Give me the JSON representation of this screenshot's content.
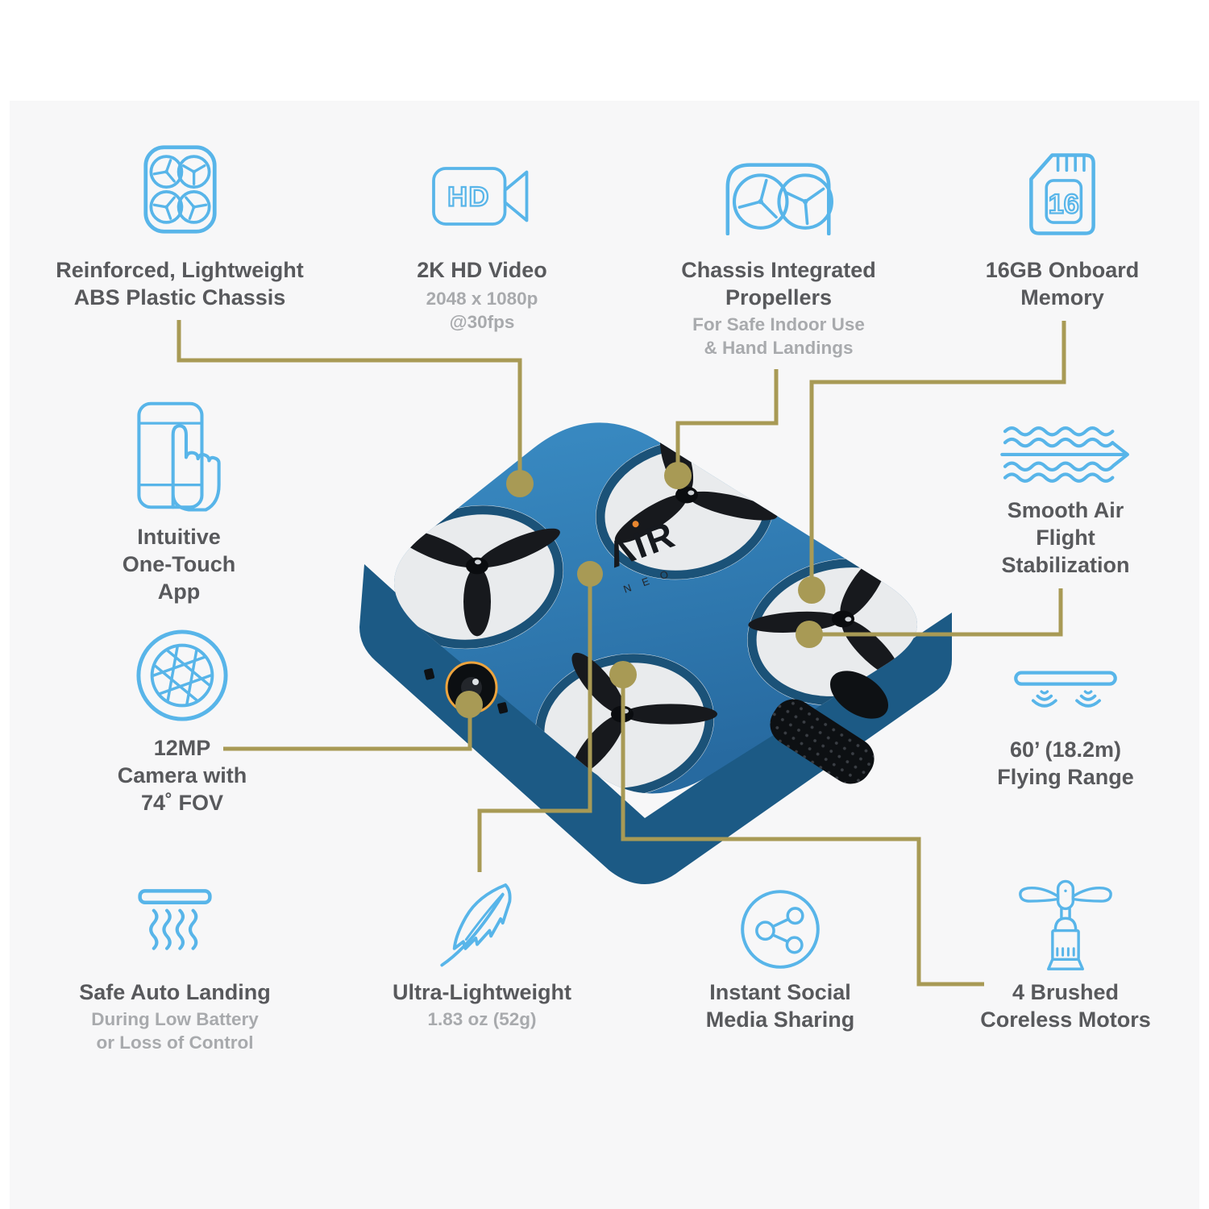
{
  "theme": {
    "background": "#ffffff",
    "panel": "#f7f7f8",
    "icon_blue": "#58b5e9",
    "title_color": "#58595c",
    "subtitle_color": "#a8aaad",
    "connector_gold": "#a89a55",
    "drone_blue": "#2e79b0",
    "camera_ring_orange": "#eda43e"
  },
  "drone": {
    "logo_primary": "ΛIR",
    "logo_secondary": "NEO"
  },
  "icon_labels": {
    "hd": "HD",
    "sd": "16"
  },
  "features": [
    {
      "id": "chassis",
      "icon": "chassis-icon",
      "title": "Reinforced, Lightweight\nABS Plastic Chassis",
      "subtitle": ""
    },
    {
      "id": "video",
      "icon": "hd-video-icon",
      "title": "2K HD Video",
      "subtitle": "2048 x 1080p\n@30fps"
    },
    {
      "id": "propellers",
      "icon": "integrated-propellers-icon",
      "title": "Chassis Integrated\nPropellers",
      "subtitle": "For Safe Indoor Use\n& Hand Landings"
    },
    {
      "id": "memory",
      "icon": "sd-card-icon",
      "title": "16GB Onboard\nMemory",
      "subtitle": ""
    },
    {
      "id": "app",
      "icon": "one-touch-app-icon",
      "title": "Intuitive\nOne-Touch\nApp",
      "subtitle": ""
    },
    {
      "id": "stabilization",
      "icon": "air-flow-icon",
      "title": "Smooth Air\nFlight\nStabilization",
      "subtitle": ""
    },
    {
      "id": "camera",
      "icon": "camera-aperture-icon",
      "title": "12MP\nCamera with\n74˚ FOV",
      "subtitle": ""
    },
    {
      "id": "range",
      "icon": "flying-range-icon",
      "title": "60’ (18.2m)\nFlying Range",
      "subtitle": ""
    },
    {
      "id": "landing",
      "icon": "auto-landing-icon",
      "title": "Safe Auto Landing",
      "subtitle": "During Low Battery\nor Loss of Control"
    },
    {
      "id": "weight",
      "icon": "feather-icon",
      "title": "Ultra-Lightweight",
      "subtitle": "1.83 oz (52g)"
    },
    {
      "id": "social",
      "icon": "share-icon",
      "title": "Instant Social\nMedia Sharing",
      "subtitle": ""
    },
    {
      "id": "motors",
      "icon": "brushed-motor-icon",
      "title": "4 Brushed\nCoreless Motors",
      "subtitle": ""
    }
  ]
}
